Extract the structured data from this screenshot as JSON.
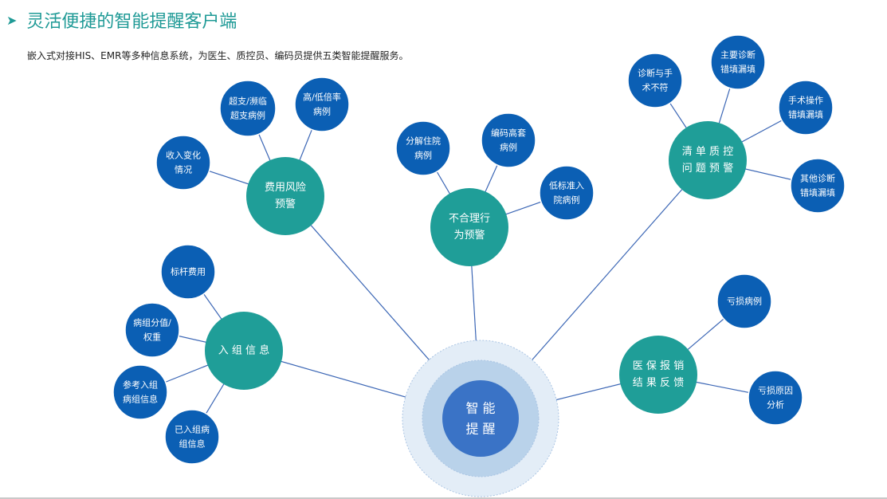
{
  "title": "灵活便捷的智能提醒客户端",
  "subtitle": "嵌入式对接HIS、EMR等多种信息系统，为医生、质控员、编码员提供五类智能提醒服务。",
  "colors": {
    "teal": "#1f9e98",
    "blue": "#0b5fb4",
    "title": "#1f9a96",
    "center": "#3a73c6",
    "ring1": "#b9d2ea",
    "ring2": "#e3edf7",
    "line": "#3b66b5"
  },
  "center": {
    "lines": [
      "智  能",
      "提  醒"
    ]
  },
  "branches": [
    {
      "id": "cost-risk",
      "lines": [
        "费用风险",
        "预警"
      ],
      "leaves": [
        {
          "lines": [
            "收入变化",
            "情况"
          ]
        },
        {
          "lines": [
            "超支/濒临",
            "超支病例"
          ]
        },
        {
          "lines": [
            "高/低倍率",
            "病例"
          ]
        }
      ]
    },
    {
      "id": "unreasonable",
      "lines": [
        "不合理行",
        "为预警"
      ],
      "leaves": [
        {
          "lines": [
            "分解住院",
            "病例"
          ]
        },
        {
          "lines": [
            "编码高套",
            "病例"
          ]
        },
        {
          "lines": [
            "低标准入",
            "院病例"
          ]
        }
      ]
    },
    {
      "id": "list-qc",
      "lines": [
        "清 单 质 控",
        "问 题 预 警"
      ],
      "leaves": [
        {
          "lines": [
            "诊断与手",
            "术不符"
          ]
        },
        {
          "lines": [
            "主要诊断",
            "错填漏填"
          ]
        },
        {
          "lines": [
            "手术操作",
            "错填漏填"
          ]
        },
        {
          "lines": [
            "其他诊断",
            "错填漏填"
          ]
        }
      ]
    },
    {
      "id": "grouping",
      "lines": [
        "入 组 信 息"
      ],
      "leaves": [
        {
          "lines": [
            "标杆费用"
          ]
        },
        {
          "lines": [
            "病组分值/",
            "权重"
          ]
        },
        {
          "lines": [
            "参考入组",
            "病组信息"
          ]
        },
        {
          "lines": [
            "已入组病",
            "组信息"
          ]
        }
      ]
    },
    {
      "id": "insurance",
      "lines": [
        "医 保 报 销",
        "结 果 反 馈"
      ],
      "leaves": [
        {
          "lines": [
            "亏损病例"
          ]
        },
        {
          "lines": [
            "亏损原因",
            "分析"
          ]
        }
      ]
    }
  ]
}
